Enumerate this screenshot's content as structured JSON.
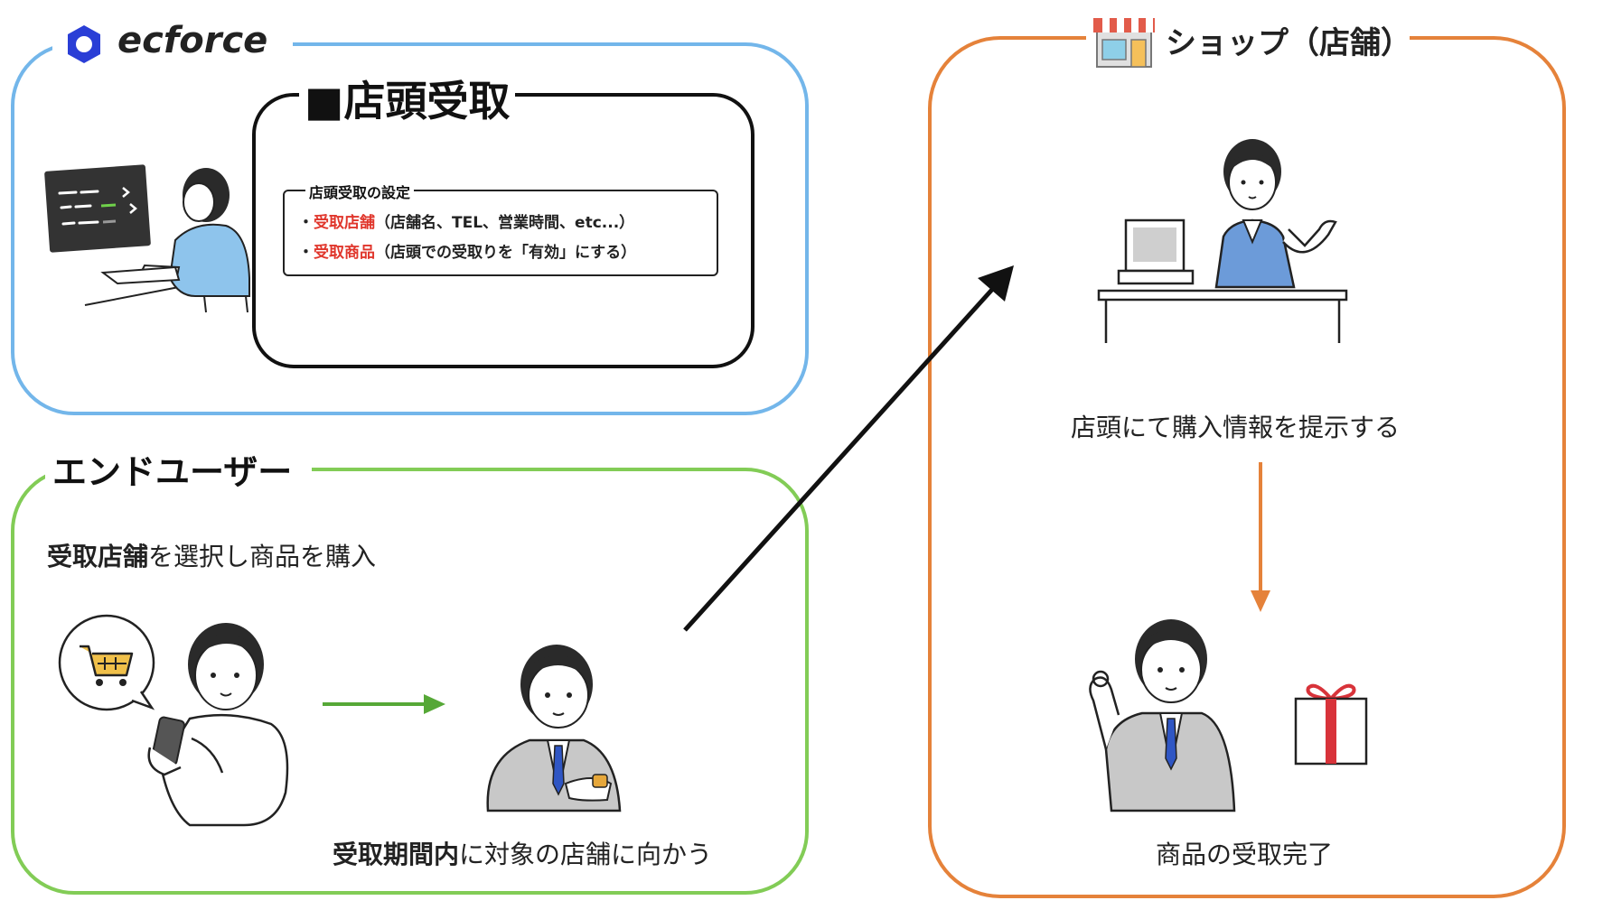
{
  "ecforce": {
    "brand": "ecforce",
    "pickup_title": "■店頭受取",
    "settings_title": "店頭受取の設定",
    "items": [
      {
        "bullet": "・",
        "label": "受取店舗",
        "detail": "（店舗名、TEL、営業時間、etc...）"
      },
      {
        "bullet": "・",
        "label": "受取商品",
        "detail": "（店頭での受取りを「有効」にする）"
      }
    ]
  },
  "end_user": {
    "title": "エンドユーザー",
    "step1_bold": "受取店舗",
    "step1_rest": "を選択し商品を購入",
    "step2_bold": "受取期間内",
    "step2_rest": "に対象の店舗に向かう"
  },
  "shop": {
    "title": "ショップ（店舗）",
    "step1": "店頭にて購入情報を提示する",
    "step2": "商品の受取完了"
  },
  "colors": {
    "ecforce_border": "#73b6ea",
    "enduser_border": "#82cc56",
    "shop_border": "#e5823a",
    "highlight_red": "#e0362c",
    "green_arrow": "#56a837",
    "orange_arrow": "#e5823a",
    "black_arrow": "#111111"
  },
  "icons": [
    "ecforce-logo-icon",
    "programmer-illustration",
    "shop-storefront-icon",
    "shop-clerk-illustration",
    "shopping-cart-icon",
    "smartphone-user-illustration",
    "businessman-watch-illustration",
    "businessman-ok-illustration",
    "gift-box-icon"
  ]
}
